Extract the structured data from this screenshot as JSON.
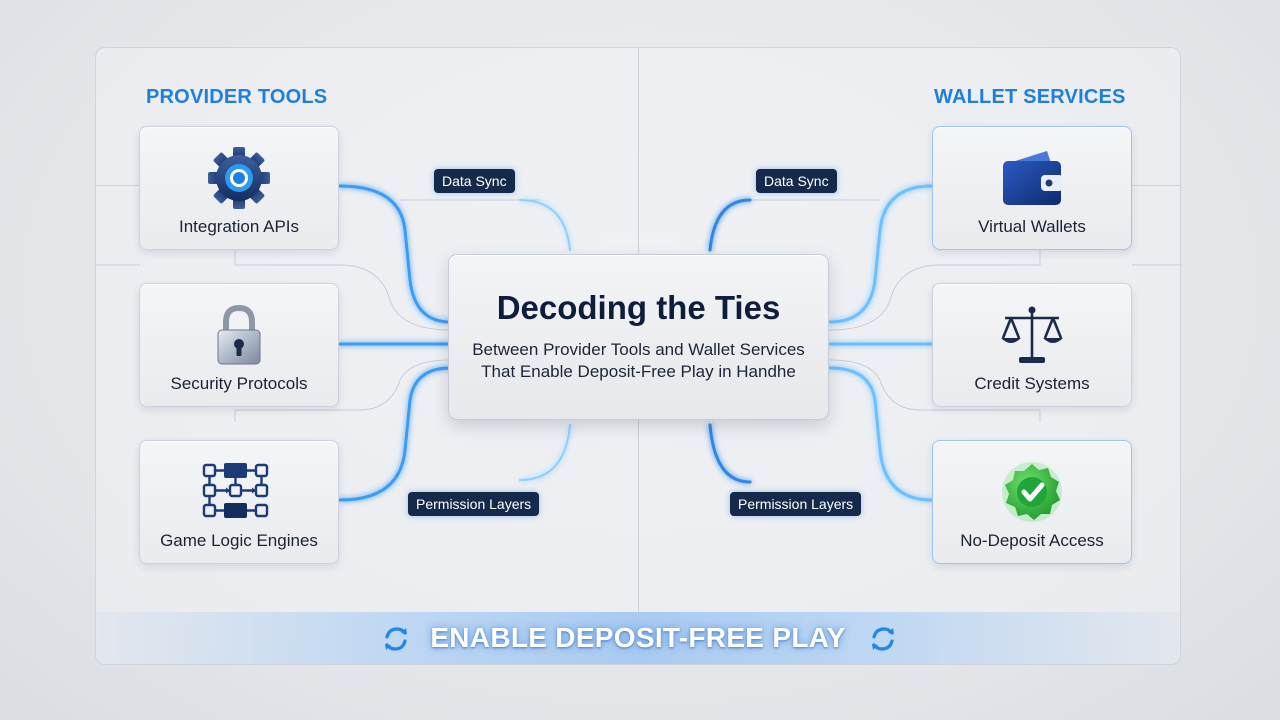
{
  "left_section": {
    "title": "PROVIDER TOOLS"
  },
  "right_section": {
    "title": "WALLET SERVICES"
  },
  "left_cards": [
    {
      "label": "Integration APIs",
      "icon": "gear-icon"
    },
    {
      "label": "Security Protocols",
      "icon": "padlock-icon"
    },
    {
      "label": "Game Logic Engines",
      "icon": "flowchart-icon"
    }
  ],
  "right_cards": [
    {
      "label": "Virtual Wallets",
      "icon": "wallet-icon"
    },
    {
      "label": "Credit Systems",
      "icon": "scales-icon"
    },
    {
      "label": "No-Deposit Access",
      "icon": "checkmark-badge-icon"
    }
  ],
  "center": {
    "title": "Decoding the Ties",
    "subtitle_line1": "Between Provider Tools and Wallet Services",
    "subtitle_line2": "That Enable Deposit-Free Play in Handhe"
  },
  "tags": {
    "left_top": "Data Sync",
    "right_top": "Data Sync",
    "left_bottom": "Permission Layers",
    "right_bottom": "Permission Layers"
  },
  "banner": {
    "text": "ENABLE DEPOSIT-FREE PLAY",
    "icon": "sync-arrows-icon"
  },
  "colors": {
    "accent": "#1e7fe0",
    "navy": "#152a4a",
    "wire": "#3a9cf5",
    "check_green": "#2fbf3c"
  }
}
